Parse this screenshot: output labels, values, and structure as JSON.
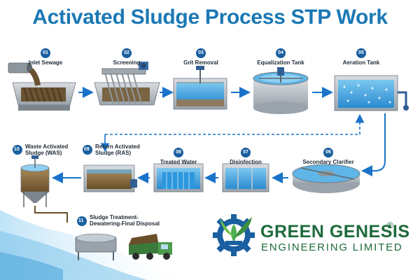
{
  "title": "Activated Sludge Process STP Work",
  "steps": [
    {
      "num": "01",
      "label": "Inlet Sewage"
    },
    {
      "num": "02",
      "label": "Screening"
    },
    {
      "num": "03",
      "label": "Grit Removal"
    },
    {
      "num": "04",
      "label": "Equalization Tank"
    },
    {
      "num": "05",
      "label": "Aeration Tank"
    },
    {
      "num": "06",
      "label": "Secondary Clarifier"
    },
    {
      "num": "07",
      "label": "Disinfection"
    },
    {
      "num": "08",
      "label": "Treated Water"
    },
    {
      "num": "09",
      "label_1": "Return Activated",
      "label_2": "Sludge (RAS)"
    },
    {
      "num": "10",
      "label_1": "Waste Activated",
      "label_2": "Sludge (WAS)"
    },
    {
      "num": "11",
      "label_1": "Sludge Treatment-",
      "label_2": "Dewatering-Final Disposal"
    }
  ],
  "logo": {
    "line1": "GREEN GENESIS",
    "line2": "ENGINEERING LIMITED",
    "reg": "®"
  },
  "colors": {
    "title": "#1b78b4",
    "badge": "#1a5fa0",
    "arrow": "#1a73c9",
    "logo_green": "#1d6a3c",
    "gear_blue": "#1a5fa0"
  }
}
